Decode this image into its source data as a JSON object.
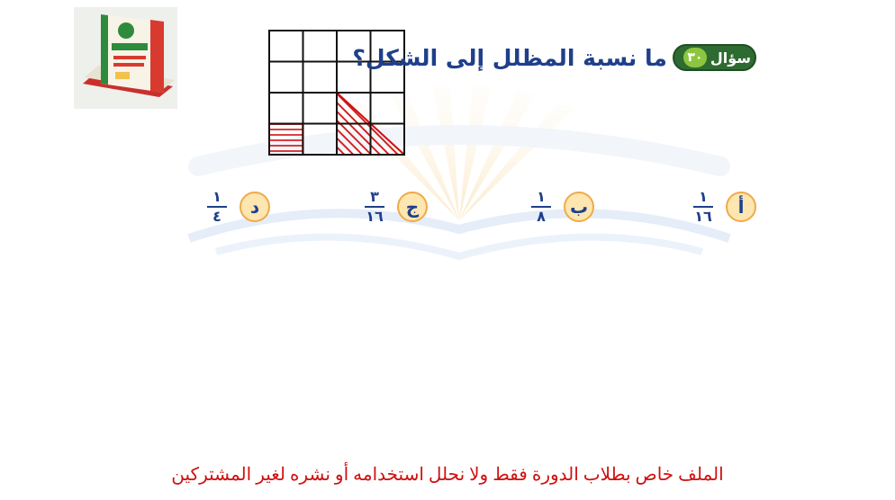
{
  "question": {
    "label": "سؤال",
    "number": "٣٠",
    "text": "ما نسبة المظلل إلى الشكل؟"
  },
  "choices": [
    {
      "letter": "أ",
      "numerator": "١",
      "denominator": "١٦"
    },
    {
      "letter": "ب",
      "numerator": "١",
      "denominator": "٨"
    },
    {
      "letter": "ج",
      "numerator": "٣",
      "denominator": "١٦"
    },
    {
      "letter": "د",
      "numerator": "١",
      "denominator": "٤"
    }
  ],
  "footer": "الملف خاص بطلاب الدورة فقط ولا نحلل استخدامه أو نشره لغير المشتركين",
  "book": {
    "title": "المتصف",
    "subtitle": "بنك الأسئلة للحوسب الجديدة"
  },
  "colors": {
    "accent_blue": "#1f3f8a",
    "shade_red": "#d01010",
    "badge_green": "#2e6b32",
    "choice_fill": "#fde6b0",
    "choice_border": "#f0a94a"
  }
}
